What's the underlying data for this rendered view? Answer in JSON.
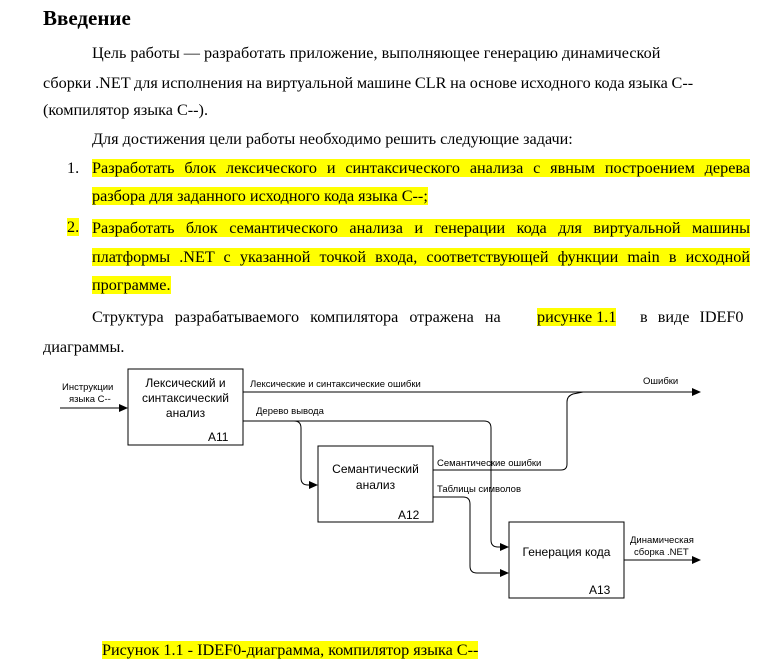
{
  "heading": "Введение",
  "paragraph1": {
    "line1": "Цель работы — разработать приложение, выполняющее генерацию динамической",
    "line2": "сборки .NET  для исполнения на виртуальной машине CLR на основе исходного кода языка C--",
    "line3": "(компилятор языка C--)."
  },
  "paragraph2": "Для достижения цели работы необходимо решить следующие задачи:",
  "tasks": [
    {
      "number": "1.",
      "lines": [
        "Разработать блок лексического и синтаксического анализа с явным построением дерева",
        "разбора для заданного исходного кода языка C--;"
      ]
    },
    {
      "number": "2.",
      "lines": [
        "Разработать блок семантического анализа и генерации кода для виртуальной машины",
        "платформы .NET с указанной точкой входа, соответствующей функции main в исходной",
        "программе."
      ]
    }
  ],
  "paragraph3": {
    "before": "Структура разрабатываемого компилятора отражена на",
    "highlight": "рисунке 1.1",
    "after": "в виде IDEF0",
    "line2": "диаграммы."
  },
  "diagram": {
    "input_label_line1": "Инструкции",
    "input_label_line2": "языка C--",
    "box_a11": {
      "line1": "Лексический и",
      "line2": "синтаксический",
      "line3": "анализ",
      "code": "A11"
    },
    "box_a12": {
      "line1": "Семантический",
      "line2": "анализ",
      "code": "A12"
    },
    "box_a13": {
      "line1": "Генерация кода",
      "code": "A13"
    },
    "arrow_lex_errors": "Лексические и синтаксические ошибки",
    "arrow_errors": "Ошибки",
    "arrow_tree": "Дерево вывода",
    "arrow_sem_errors": "Семантические ошибки",
    "arrow_symbols": "Таблицы символов",
    "output_label_line1": "Динамическая",
    "output_label_line2": "сборка .NET"
  },
  "caption": "Рисунок 1.1 - IDEF0-диаграмма, компилятор языка C--",
  "colors": {
    "highlight": "#ffff00"
  }
}
